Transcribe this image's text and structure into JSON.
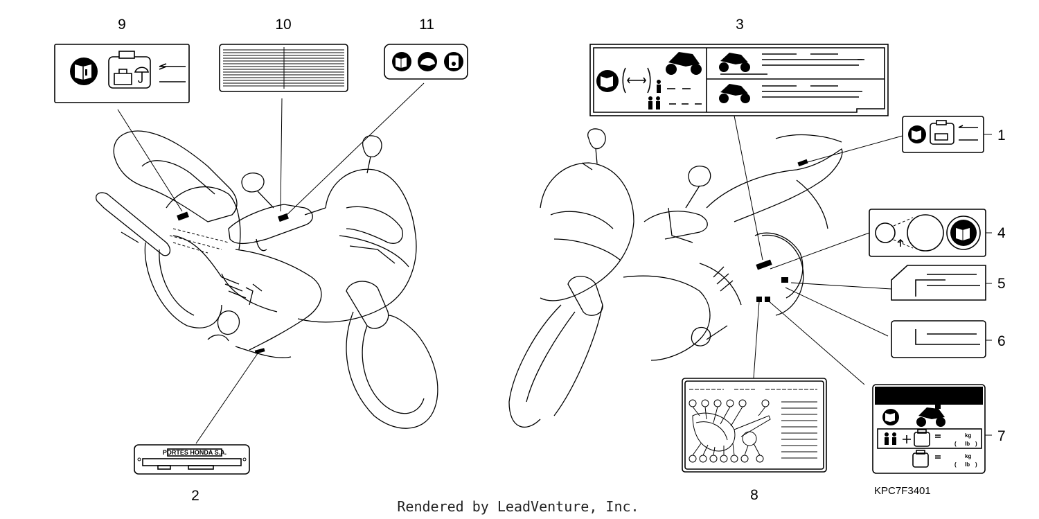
{
  "callouts": [
    {
      "id": "9",
      "label": "9"
    },
    {
      "id": "10",
      "label": "10"
    },
    {
      "id": "11",
      "label": "11"
    },
    {
      "id": "3",
      "label": "3"
    },
    {
      "id": "1",
      "label": "1"
    },
    {
      "id": "4",
      "label": "4"
    },
    {
      "id": "5",
      "label": "5"
    },
    {
      "id": "6",
      "label": "6"
    },
    {
      "id": "7",
      "label": "7"
    },
    {
      "id": "8",
      "label": "8"
    },
    {
      "id": "2",
      "label": "2"
    }
  ],
  "labels": {
    "plate_text": "PORTES HONDA S.A.",
    "kg": "kg",
    "lb": "lb"
  },
  "part_code": "KPC7F3401",
  "footer": "Rendered by LeadVenture, Inc.",
  "icons": [
    "owners-manual-icon",
    "luggage-icon",
    "helmet-icon",
    "tire-pressure-icon",
    "motorcycle-icon",
    "rider-icon",
    "passenger-icon",
    "chain-slack-icon"
  ]
}
